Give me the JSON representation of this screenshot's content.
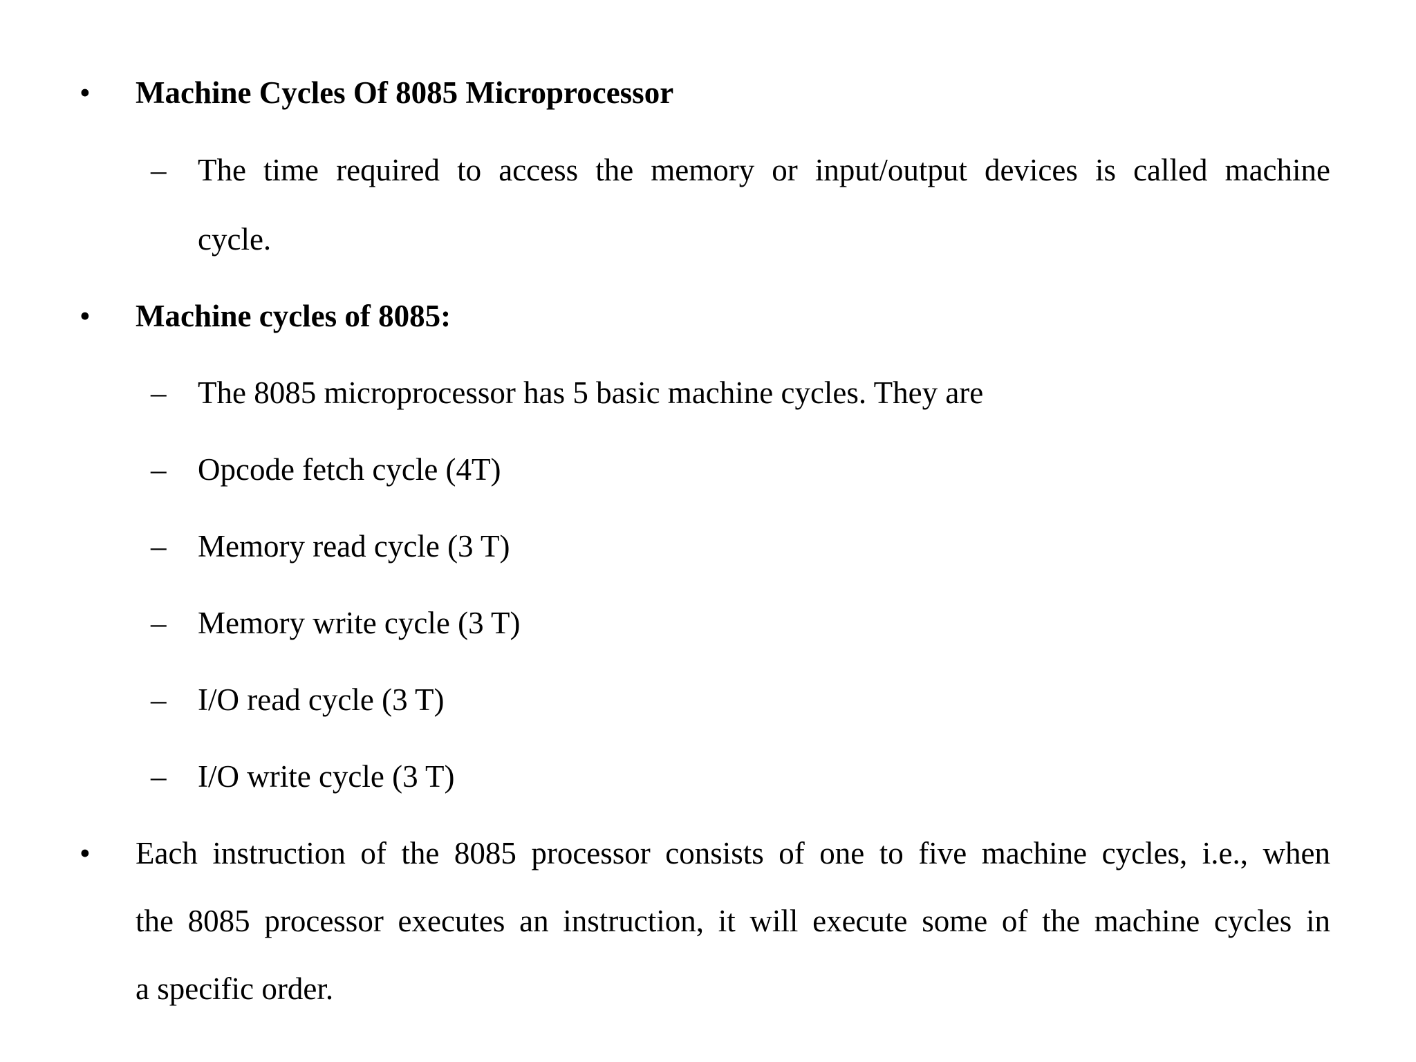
{
  "slide": {
    "markers": {
      "bullet": "•",
      "dash": "–"
    },
    "items": [
      {
        "kind": "heading",
        "text": "Machine Cycles Of  8085 Microprocessor"
      },
      {
        "kind": "sub",
        "text_line1": "The time required to access the memory or input/output devices is called machine",
        "text_line2": "cycle."
      },
      {
        "kind": "heading",
        "text": "Machine cycles of 8085:"
      },
      {
        "kind": "sub",
        "text": "The 8085 microprocessor has 5 basic machine cycles. They are"
      },
      {
        "kind": "sub",
        "text": "Opcode fetch cycle (4T)"
      },
      {
        "kind": "sub",
        "text": "Memory read cycle (3 T)"
      },
      {
        "kind": "sub",
        "text": "Memory write cycle (3 T)"
      },
      {
        "kind": "sub",
        "text": "I/O read cycle (3 T)"
      },
      {
        "kind": "sub",
        "text": "I/O write cycle (3 T)"
      },
      {
        "kind": "bullet",
        "text_line1": "Each instruction of the 8085 processor consists of one to five machine cycles, i.e., when",
        "text_line2": "the 8085 processor executes an instruction, it will execute some of the machine cycles in",
        "text_line3": "a specific order."
      }
    ]
  }
}
